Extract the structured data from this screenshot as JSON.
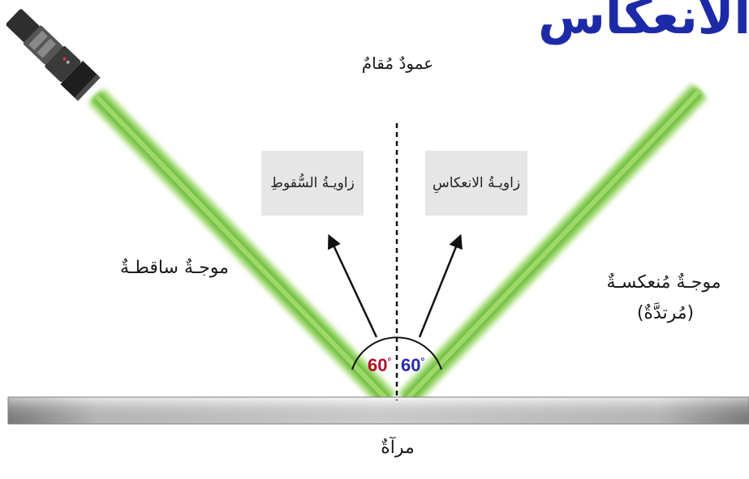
{
  "title": "الانعكاس",
  "labels": {
    "normal": "عمودٌ مُقامٌ",
    "incidence_angle": "زاويـةُ السُّقوطِ",
    "reflection_angle": "زاويـةُ الانعكاسِ",
    "incident_wave": "موجـةٌ ساقطـةٌ",
    "reflected_wave_line1": "موجـةٌ مُنعكسـةٌ",
    "reflected_wave_line2": "(مُرتدَّةٌ)",
    "mirror": "مرآةٌ"
  },
  "angles": {
    "incidence_value": "60",
    "reflection_value": "60",
    "degree_symbol": "°"
  },
  "colors": {
    "title": "#1d2aa8",
    "incidence_angle": "#b0102a",
    "reflection_angle": "#2a2ab0",
    "beam": "#7ecb4f",
    "mirror": "#bdbdbd"
  }
}
